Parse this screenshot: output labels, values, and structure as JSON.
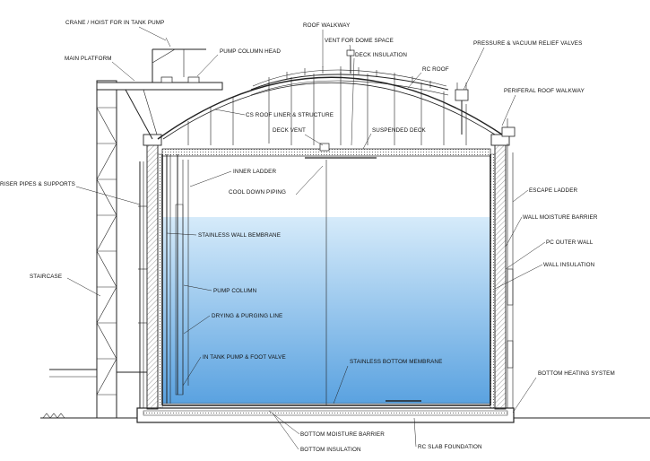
{
  "labels": {
    "crane": "CRANE / HOIST FOR IN TANK PUMP",
    "main_platform": "MAIN PLATFORM",
    "pump_column_head": "PUMP COLUMN HEAD",
    "roof_walkway": "ROOF WALKWAY",
    "vent_dome": "VENT FOR DOME SPACE",
    "deck_insulation": "DECK INSULATION",
    "pv_valves": "PRESSURE & VACUUM RELIEF VALVES",
    "rc_roof": "RC ROOF",
    "peripheral_walkway": "PERIFERAL ROOF WALKWAY",
    "cs_roof": "CS ROOF LINER & STRUCTURE",
    "deck_vent": "DECK VENT",
    "suspended_deck": "SUSPENDED DECK",
    "inner_ladder": "INNER LADDER",
    "riser_pipes": "RISER PIPES & SUPPORTS",
    "cool_down": "COOL DOWN PIPING",
    "escape_ladder": "ESCAPE LADDER",
    "wall_moisture": "WALL MOISTURE BARRIER",
    "stainless_wall": "STAINLESS WALL BEMBRANE",
    "pc_outer_wall": "PC OUTER WALL",
    "wall_insulation": "WALL INSULATION",
    "staircase": "STAIRCASE",
    "pump_column": "PUMP COLUMN",
    "drying_line": "DRYING & PURGING LINE",
    "in_tank_pump": "IN TANK PUMP & FOOT VALVE",
    "bottom_membrane": "STAINLESS BOTTOM MEMBRANE",
    "bottom_heating": "BOTTOM HEATING SYSTEM",
    "bottom_moisture": "BOTTOM MOISTURE BARRIER",
    "rc_slab": "RC SLAB FOUNDATION",
    "bottom_insulation": "BOTTOM INSULATION"
  },
  "colors": {
    "liquid_top": "#cfe6f8",
    "liquid_bottom": "#5aa3e2",
    "line": "#222222"
  }
}
